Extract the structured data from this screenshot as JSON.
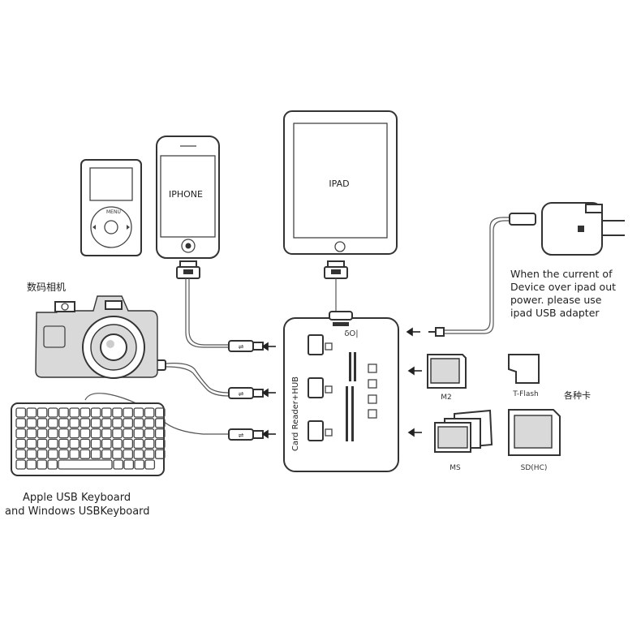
{
  "devices": {
    "iphone_label": "IPHONE",
    "ipad_label": "IPAD",
    "camera_label": "数码相机",
    "adapter_text": [
      "When the current of",
      "Device over ipad out",
      "power. please use",
      "ipad USB adapter"
    ],
    "keyboard_text": [
      "Apple USB Keyboard",
      "and Windows USBKeyboard"
    ]
  },
  "hub": {
    "label": "Card Reader+HUB",
    "port_mark": "δO|"
  },
  "cards": {
    "m2": "M2",
    "tflash": "T-Flash",
    "ms": "MS",
    "sdhc": "SD(HC)",
    "various": "各种卡"
  }
}
